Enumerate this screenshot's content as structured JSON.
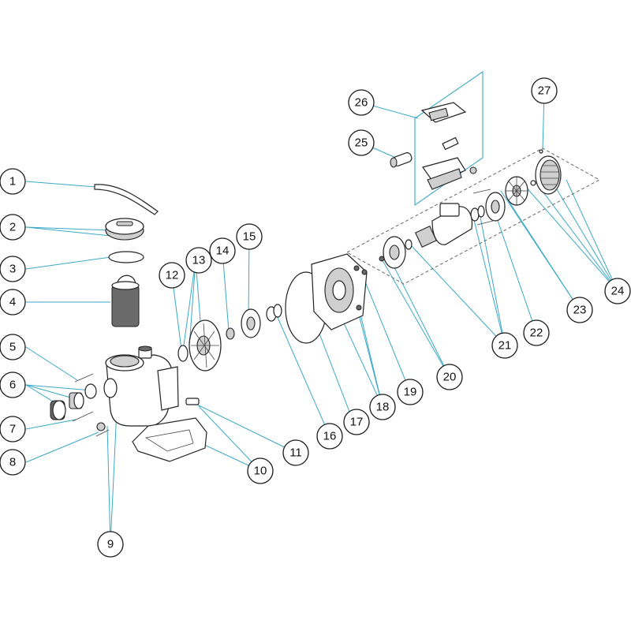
{
  "diagram": {
    "callouts": [
      {
        "id": "c1",
        "label": "1"
      },
      {
        "id": "c2",
        "label": "2"
      },
      {
        "id": "c3",
        "label": "3"
      },
      {
        "id": "c4",
        "label": "4"
      },
      {
        "id": "c5",
        "label": "5"
      },
      {
        "id": "c6",
        "label": "6"
      },
      {
        "id": "c7",
        "label": "7"
      },
      {
        "id": "c8",
        "label": "8"
      },
      {
        "id": "c9",
        "label": "9"
      },
      {
        "id": "c10",
        "label": "10"
      },
      {
        "id": "c11",
        "label": "11"
      },
      {
        "id": "c12",
        "label": "12"
      },
      {
        "id": "c13",
        "label": "13"
      },
      {
        "id": "c14",
        "label": "14"
      },
      {
        "id": "c15",
        "label": "15"
      },
      {
        "id": "c16",
        "label": "16"
      },
      {
        "id": "c17",
        "label": "17"
      },
      {
        "id": "c18",
        "label": "18"
      },
      {
        "id": "c19",
        "label": "19"
      },
      {
        "id": "c20",
        "label": "20"
      },
      {
        "id": "c21",
        "label": "21"
      },
      {
        "id": "c22",
        "label": "22"
      },
      {
        "id": "c23",
        "label": "23"
      },
      {
        "id": "c24",
        "label": "24"
      },
      {
        "id": "c25",
        "label": "25"
      },
      {
        "id": "c26",
        "label": "26"
      },
      {
        "id": "c27",
        "label": "27"
      }
    ],
    "colors": {
      "leader": "#3aa9c8",
      "outline": "#222222",
      "background": "#ffffff"
    }
  }
}
